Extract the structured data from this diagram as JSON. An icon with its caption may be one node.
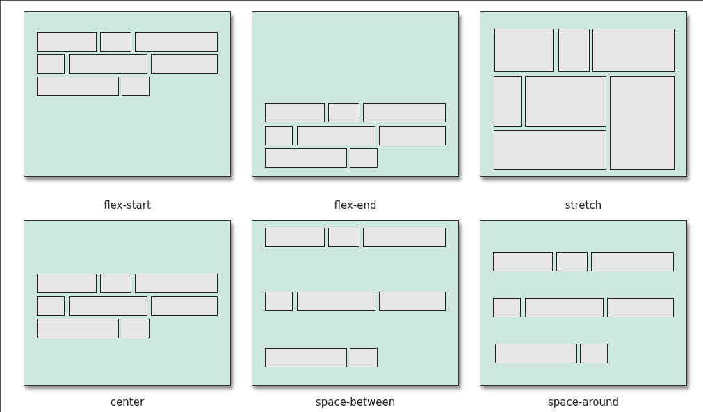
{
  "diagram": {
    "nodes": [
      {
        "text": [
          "flex-start"
        ]
      },
      {
        "text": [
          "flex-end"
        ]
      },
      {
        "text": [
          "stretch"
        ]
      },
      {
        "text": [
          "center"
        ]
      },
      {
        "text": [
          "space-between"
        ]
      },
      {
        "text": [
          "space-around"
        ]
      }
    ]
  }
}
